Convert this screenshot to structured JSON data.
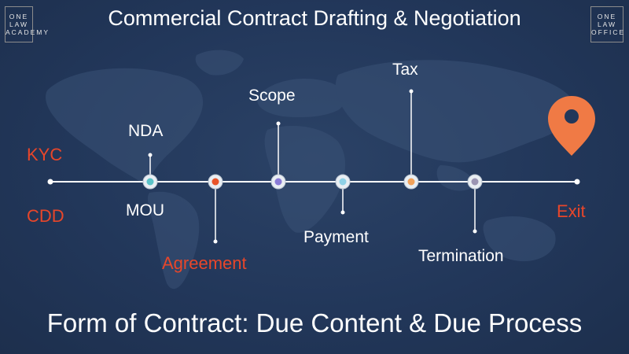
{
  "header": {
    "title": "Commercial Contract Drafting & Negotiation"
  },
  "logos": {
    "left": [
      "ONE",
      "LAW",
      "ACADEMY"
    ],
    "right": [
      "ONE",
      "LAW",
      "OFFICE"
    ]
  },
  "timeline": {
    "start_labels": {
      "top": "KYC",
      "bottom": "CDD"
    },
    "end_label": "Exit",
    "milestones": [
      {
        "label": "NDA",
        "position": "above",
        "color": "#5bc3c8"
      },
      {
        "label": "MOU",
        "position": "below-text",
        "color": "#5bc3c8"
      },
      {
        "label": "Agreement",
        "position": "below",
        "color": "#e8542a"
      },
      {
        "label": "Scope",
        "position": "above",
        "color": "#8a7bd6"
      },
      {
        "label": "Payment",
        "position": "below",
        "color": "#8fd1e6"
      },
      {
        "label": "Tax",
        "position": "above",
        "color": "#f2a25a"
      },
      {
        "label": "Termination",
        "position": "below",
        "color": "#9b95b3"
      }
    ],
    "marker_icon": "map-pin-icon",
    "marker_color": "#f07a45"
  },
  "footer": {
    "text": "Form of Contract: Due Content & Due Process"
  }
}
